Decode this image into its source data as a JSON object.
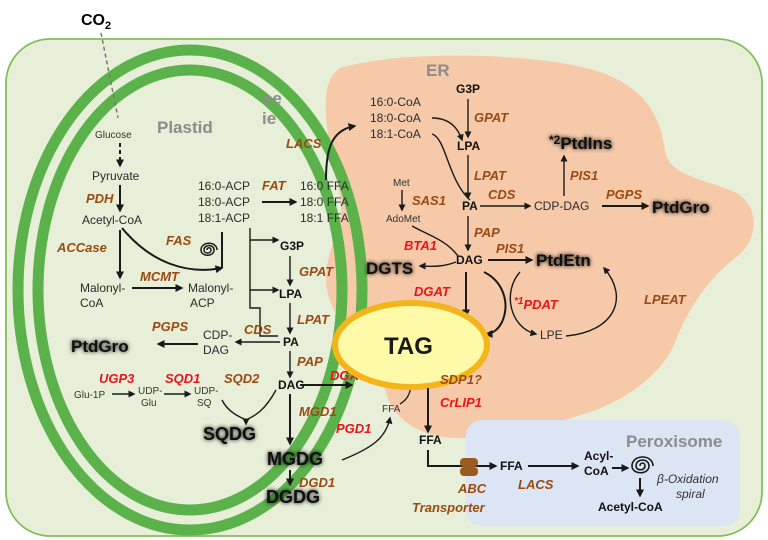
{
  "co2": "CO",
  "co2_sub": "2",
  "regions": {
    "plastid": "Plastid",
    "oe": "oe",
    "ie": "ie",
    "er": "ER",
    "peroxisome": "Peroxisome"
  },
  "metabolites": {
    "glucose": "Glucose",
    "pyruvate": "Pyruvate",
    "acetyl_coa": "Acetyl-CoA",
    "malonyl_coa_1": "Malonyl-",
    "malonyl_coa_2": "CoA",
    "malonyl_acp_1": "Malonyl-",
    "malonyl_acp_2": "ACP",
    "acp_160": "16:0-ACP",
    "acp_180": "18:0-ACP",
    "acp_181": "18:1-ACP",
    "ffa_160": "16:0 FFA",
    "ffa_180": "18:0 FFA",
    "ffa_181": "18:1 FFA",
    "g3p_plastid": "G3P",
    "lpa_plastid": "LPA",
    "pa_plastid": "PA",
    "dag_plastid": "DAG",
    "cdp_dag_plastid_1": "CDP-",
    "cdp_dag_plastid_2": "DAG",
    "glu1p": "Glu-1P",
    "udp_glu_1": "UDP-",
    "udp_glu_2": "Glu",
    "udp_sq_1": "UDP-",
    "udp_sq_2": "SQ",
    "ffa_plastid": "FFA",
    "coa_160": "16:0-CoA",
    "coa_180": "18:0-CoA",
    "coa_181": "18:1-CoA",
    "g3p_er": "G3P",
    "lpa_er": "LPA",
    "pa_er": "PA",
    "cdp_dag_er": "CDP-DAG",
    "dag_er": "DAG",
    "lpe": "LPE",
    "met": "Met",
    "adomet": "AdoMet",
    "ffa_cyto": "FFA",
    "ffa_cyto2": "FFA",
    "acyl_coa_1": "Acyl-",
    "acyl_coa_2": "CoA",
    "acetyl_coa_px": "Acetyl-CoA"
  },
  "enzymes": {
    "pdh": "PDH",
    "accase": "ACCase",
    "mcmt": "MCMT",
    "fas": "FAS",
    "fat": "FAT",
    "lacs_plastid": "LACS",
    "gpat_plastid": "GPAT",
    "lpat_plastid": "LPAT",
    "cds_plastid": "CDS",
    "pgps_plastid": "PGPS",
    "pap_plastid": "PAP",
    "ugp3": "UGP3",
    "sqd1": "SQD1",
    "sqd2": "SQD2",
    "mgd1": "MGD1",
    "dgd1": "DGD1",
    "pgd1": "PGD1",
    "dgat_plastid": "DGAT",
    "sdp1": "SDP1?",
    "crlip1": "CrLIP1",
    "gpat_er": "GPAT",
    "lpat_er": "LPAT",
    "cds_er": "CDS",
    "pis1_top": "PIS1",
    "pgps_er": "PGPS",
    "pap_er": "PAP",
    "pis1_mid": "PIS1",
    "sas1": "SAS1",
    "bta1": "BTA1",
    "dgat_er": "DGAT",
    "pdat_star": "*1",
    "pdat": "PDAT",
    "lpeat": "LPEAT",
    "abc_1": "ABC",
    "abc_2": "Transporter",
    "lacs_px": "LACS"
  },
  "lipids": {
    "ptdgro_plastid": "PtdGro",
    "sqdg": "SQDG",
    "mgdg": "MGDG",
    "dgdg": "DGDG",
    "dgts": "DGTS",
    "ptdins_star": "*2",
    "ptdins": "PtdIns",
    "ptdgro_er": "PtdGro",
    "ptdetn": "PtdEtn",
    "tag": "TAG"
  },
  "beta_ox_1": "β-Oxidation",
  "beta_ox_2": "spiral",
  "colors": {
    "cell": "#e7efd8",
    "cell_border": "#83bf5a",
    "plastid_membrane": "#5cb24a",
    "er": "#f6c9a9",
    "peroxisome": "#dce5f3",
    "tag_fill": "#fffaa8",
    "tag_border": "#f4b51a",
    "enzyme": "#9a4a12",
    "enzyme_red": "#e8141b"
  }
}
